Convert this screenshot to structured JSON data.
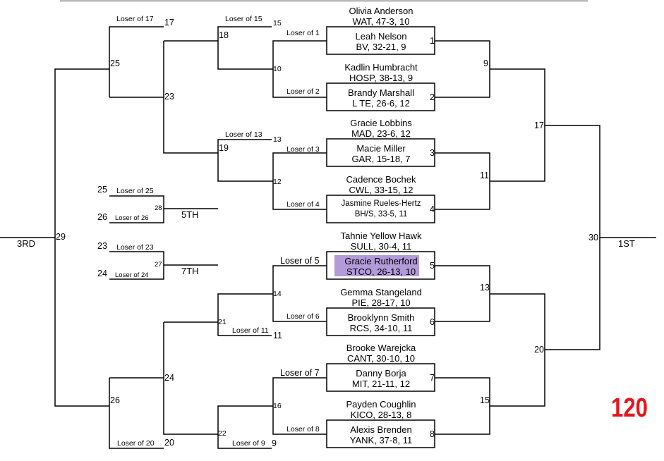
{
  "weight_class": "120",
  "accent_color": "#e8141b",
  "highlight_color": "#b39ad8",
  "championship": [
    {
      "match": "1",
      "top": {
        "name": "Olivia Anderson",
        "info": "WAT, 47-3, 10"
      },
      "bottom": {
        "name": "Leah Nelson",
        "info": "BV, 32-21, 9"
      }
    },
    {
      "match": "2",
      "top": {
        "name": "Kadlin Humbracht",
        "info": "HOSP, 38-13, 9"
      },
      "bottom": {
        "name": "Brandy Marshall",
        "info": "L TE, 26-6, 12"
      }
    },
    {
      "match": "3",
      "top": {
        "name": "Gracie Lobbins",
        "info": "MAD, 23-6, 12"
      },
      "bottom": {
        "name": "Macie Miller",
        "info": "GAR, 15-18, 7"
      }
    },
    {
      "match": "4",
      "top": {
        "name": "Cadence Bochek",
        "info": "CWL, 33-15, 12"
      },
      "bottom": {
        "name": "Jasmine Rueles-Hertz",
        "info": "BH/S, 33-5, 11"
      }
    },
    {
      "match": "5",
      "top": {
        "name": "Tahnie Yellow Hawk",
        "info": "SULL, 30-4, 11"
      },
      "bottom": {
        "name": "Gracie Rutherford",
        "info": "STCO, 26-13, 10"
      }
    },
    {
      "match": "6",
      "top": {
        "name": "Gemma Stangeland",
        "info": "PIE, 28-17, 10"
      },
      "bottom": {
        "name": "Brooklynn Smith",
        "info": "RCS, 34-10, 11"
      }
    },
    {
      "match": "7",
      "top": {
        "name": "Brooke Warejcka",
        "info": "CANT, 30-10, 10"
      },
      "bottom": {
        "name": "Danny Borja",
        "info": "MIT, 21-11, 12"
      }
    },
    {
      "match": "8",
      "top": {
        "name": "Payden Coughlin",
        "info": "KICO, 28-13, 8"
      },
      "bottom": {
        "name": "Alexis Brenden",
        "info": "YANK, 37-8, 11"
      }
    }
  ],
  "champ_matches": {
    "m9": "9",
    "m11": "11",
    "m13": "13",
    "m15": "15",
    "m17": "17",
    "m20": "20",
    "m30": "30"
  },
  "place_labels": {
    "first": "1ST",
    "third": "3RD",
    "fifth": "5TH",
    "seventh": "7TH"
  },
  "consolation": {
    "loser_1": "Loser of 1",
    "loser_2": "Loser of 2",
    "loser_3": "Loser of 3",
    "loser_4": "Loser of 4",
    "loser_5": "Loser of 5",
    "loser_6": "Loser of 6",
    "loser_7": "Loser of 7",
    "loser_8": "Loser of 8",
    "loser_9": "Loser of 9",
    "loser_11": "Loser of 11",
    "loser_13": "Loser of 13",
    "loser_15": "Loser of 15",
    "loser_17": "Loser of 17",
    "loser_20": "Loser of 20",
    "loser_23": "Loser of 23",
    "loser_24": "Loser of 24",
    "loser_25": "Loser of 25",
    "loser_26": "Loser of 26",
    "n9": "9",
    "n10": "10",
    "n11": "11",
    "n12": "12",
    "n13": "13",
    "n14": "14",
    "n15": "15",
    "n16": "16",
    "n17": "17",
    "n18": "18",
    "n19": "19",
    "n20": "20",
    "n21": "21",
    "n22": "22",
    "n23": "23",
    "n24": "24",
    "n25": "25",
    "n26": "26",
    "n27": "27",
    "n28": "28",
    "n29": "29"
  }
}
